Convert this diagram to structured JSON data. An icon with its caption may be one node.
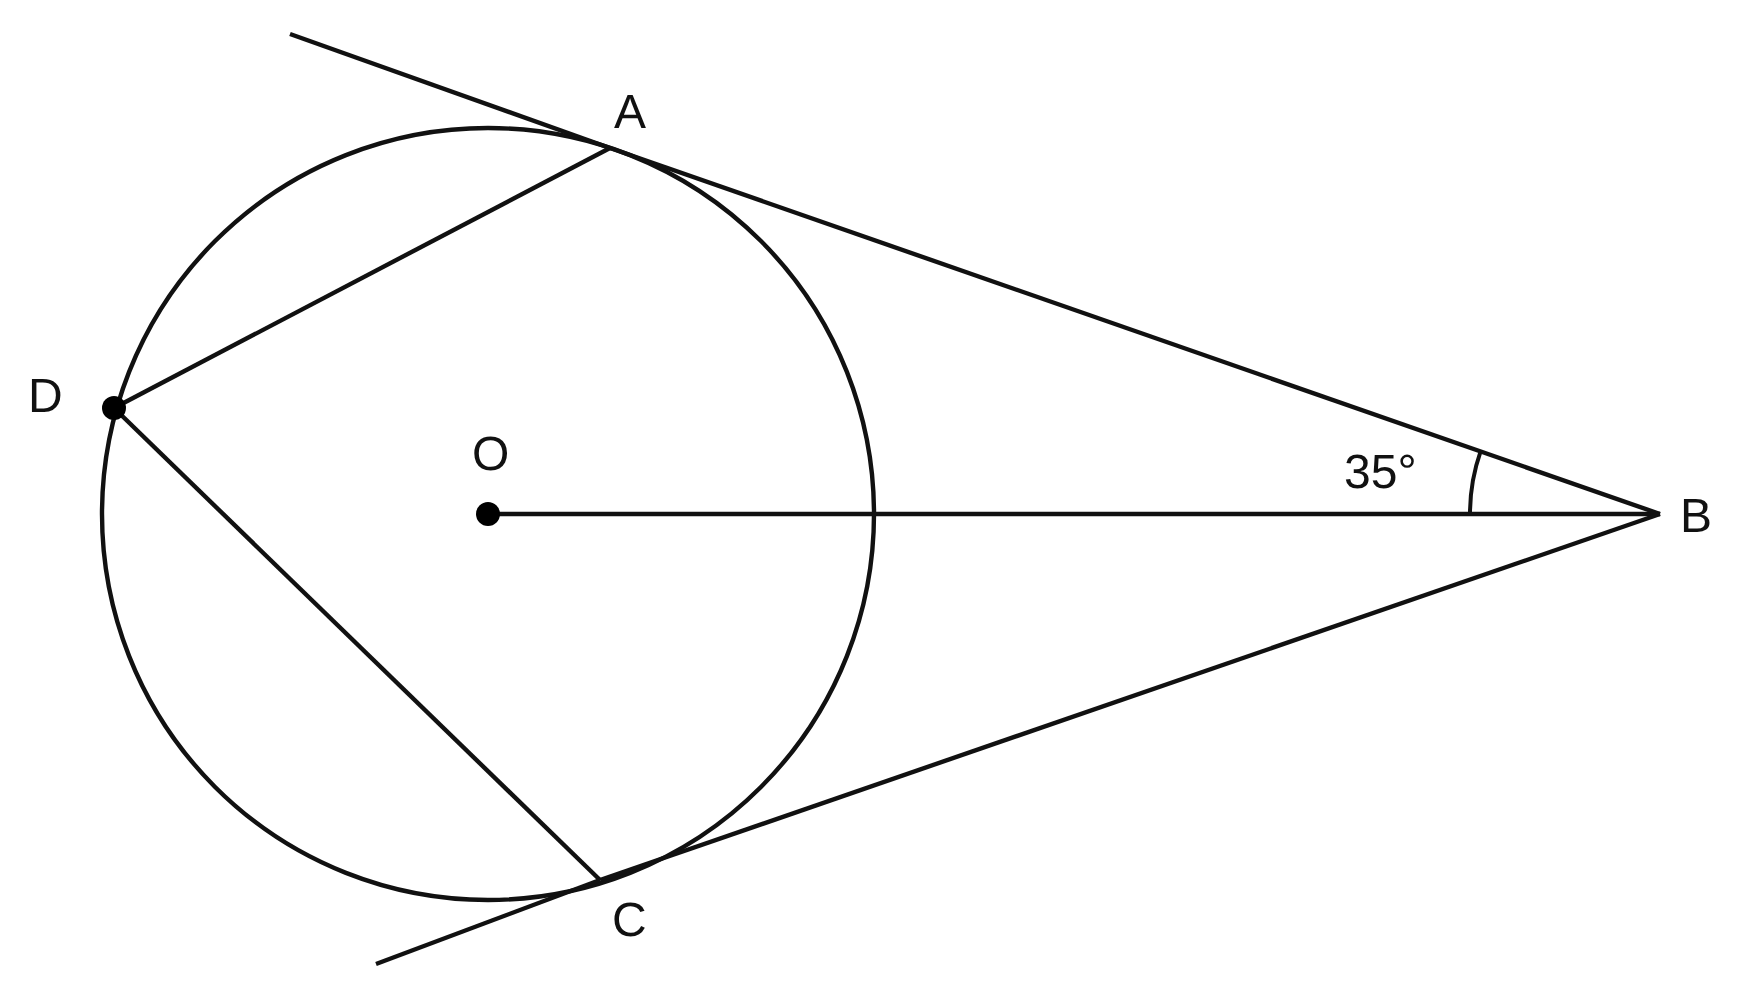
{
  "diagram": {
    "nodes": [
      {
        "text": [
          "A"
        ]
      },
      {
        "text": [
          "D"
        ]
      },
      {
        "text": [
          "O"
        ]
      },
      {
        "text": [
          "B"
        ]
      },
      {
        "text": [
          "C"
        ]
      }
    ],
    "edges": [
      {
        "from": 1,
        "to": 0,
        "arrow": "none"
      },
      {
        "from": 1,
        "to": 4,
        "arrow": "none"
      },
      {
        "from": 2,
        "to": 3,
        "arrow": "none"
      },
      {
        "from": 3,
        "to": 0,
        "arrow": "none"
      },
      {
        "from": 3,
        "to": 4,
        "arrow": "none"
      }
    ],
    "labels": [
      "35°"
    ]
  }
}
